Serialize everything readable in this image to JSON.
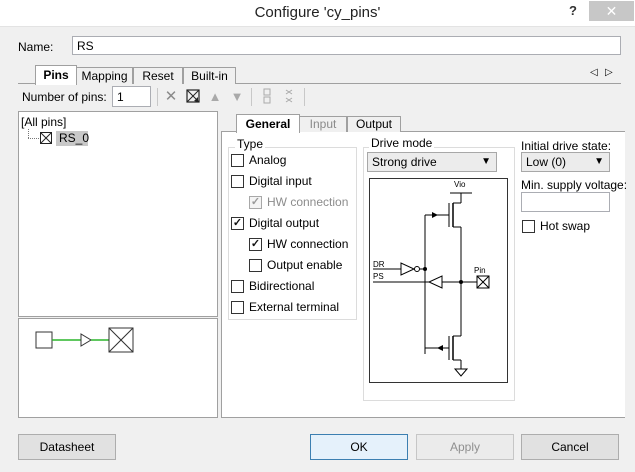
{
  "window": {
    "title": "Configure 'cy_pins'",
    "help_label": "?",
    "close_label": "✕"
  },
  "name_field": {
    "label": "Name:",
    "value": "RS"
  },
  "tabs": [
    "Pins",
    "Mapping",
    "Reset",
    "Built-in"
  ],
  "tab_scroll": {
    "left": "◁",
    "right": "▷"
  },
  "toolbar": {
    "num_pins_label": "Number of pins:",
    "num_pins_value": "1"
  },
  "tree": {
    "root": "[All pins]",
    "child": "RS_0"
  },
  "subtabs": [
    "General",
    "Input",
    "Output"
  ],
  "type_group": {
    "title": "Type",
    "analog": "Analog",
    "digital_input": "Digital input",
    "hw_conn_in": "HW connection",
    "digital_output": "Digital output",
    "hw_conn_out": "HW connection",
    "output_enable": "Output enable",
    "bidirectional": "Bidirectional",
    "external_terminal": "External terminal"
  },
  "drive_mode": {
    "title": "Drive mode",
    "value": "Strong drive",
    "schematic": {
      "vio": "Vio",
      "dr": "DR",
      "ps": "PS",
      "pin": "Pin"
    }
  },
  "initial_drive": {
    "label": "Initial drive state:",
    "value": "Low (0)"
  },
  "min_supply": {
    "label": "Min. supply voltage:",
    "value": ""
  },
  "hot_swap": {
    "label": "Hot swap"
  },
  "buttons": {
    "datasheet": "Datasheet",
    "ok": "OK",
    "apply": "Apply",
    "cancel": "Cancel"
  }
}
